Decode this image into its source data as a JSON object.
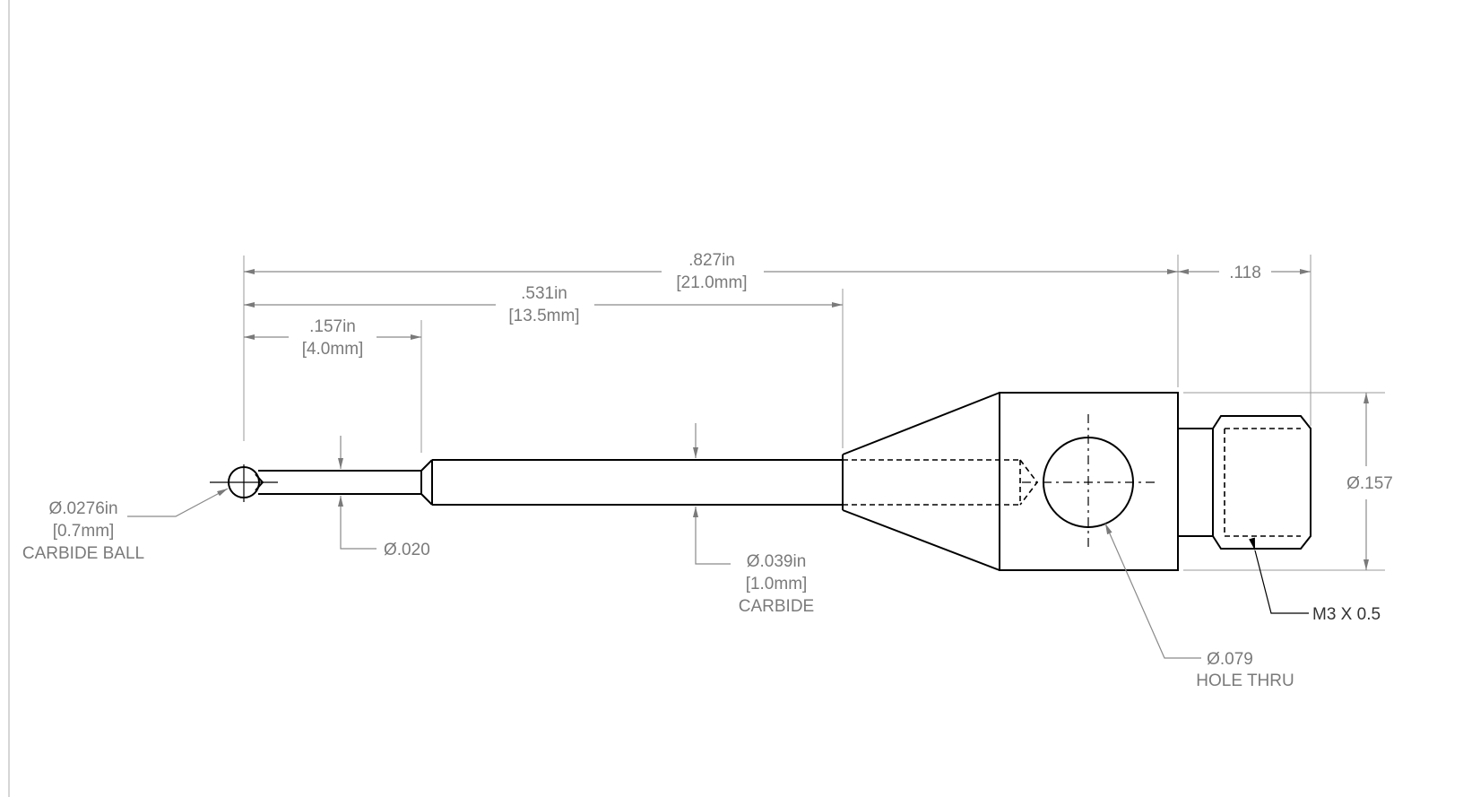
{
  "dimensions": {
    "overall_length": {
      "inch": ".827in",
      "mm": "[21.0mm]"
    },
    "stem_length": {
      "inch": ".531in",
      "mm": "[13.5mm]"
    },
    "tip_length": {
      "inch": ".157in",
      "mm": "[4.0mm]"
    },
    "thread_length": ".118",
    "body_diameter": "Ø.157",
    "tip_diameter": "Ø.020",
    "stem_diameter": {
      "inch": "Ø.039in",
      "mm": "[1.0mm]",
      "material": "CARBIDE"
    },
    "ball": {
      "inch": "Ø.0276in",
      "mm": "[0.7mm]",
      "material": "CARBIDE BALL"
    },
    "hole": {
      "diameter": "Ø.079",
      "note": "HOLE THRU"
    },
    "thread": "M3 X 0.5"
  }
}
